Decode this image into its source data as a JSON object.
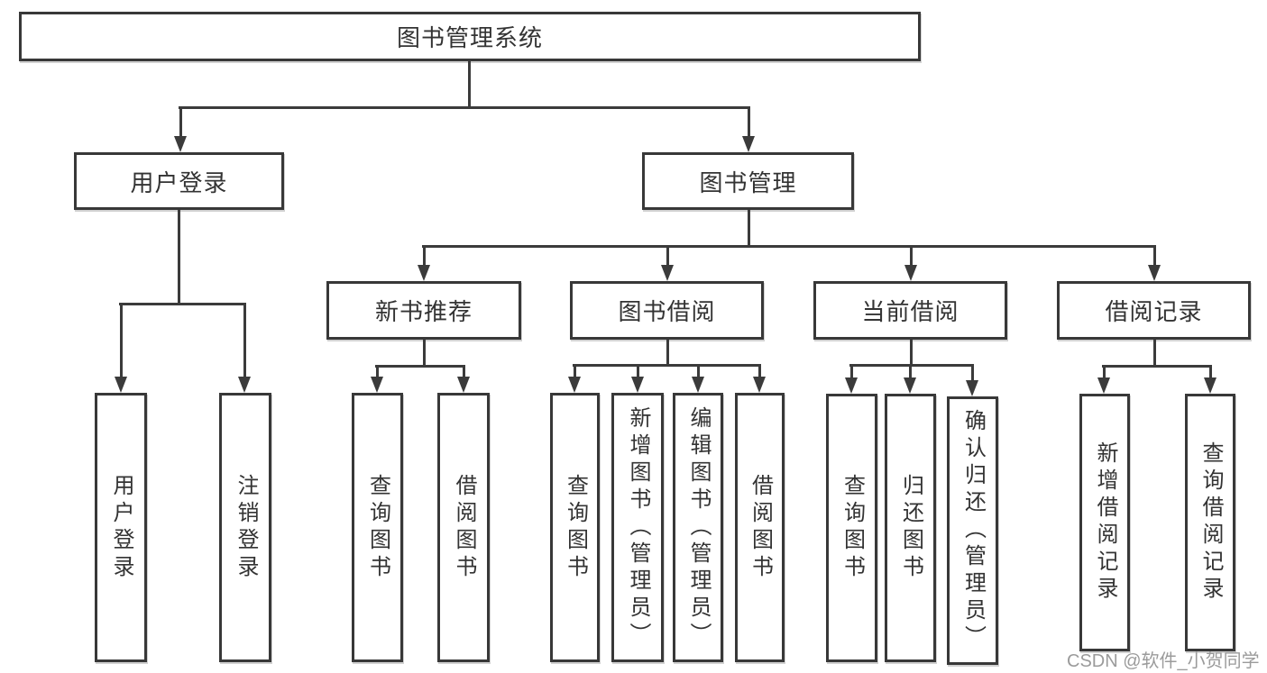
{
  "diagram_title": "图书管理系统",
  "tree": {
    "root": {
      "label": "图书管理系统"
    },
    "children": [
      {
        "label": "用户登录",
        "children": [
          {
            "label": "用户登录"
          },
          {
            "label": "注销登录"
          }
        ]
      },
      {
        "label": "图书管理",
        "children": [
          {
            "label": "新书推荐",
            "children": [
              {
                "label": "查询图书"
              },
              {
                "label": "借阅图书"
              }
            ]
          },
          {
            "label": "图书借阅",
            "children": [
              {
                "label": "查询图书"
              },
              {
                "label": "新增图书（管理员）"
              },
              {
                "label": "编辑图书（管理员）"
              },
              {
                "label": "借阅图书"
              }
            ]
          },
          {
            "label": "当前借阅",
            "children": [
              {
                "label": "查询图书"
              },
              {
                "label": "归还图书"
              },
              {
                "label": "确认归还（管理员）"
              }
            ]
          },
          {
            "label": "借阅记录",
            "children": [
              {
                "label": "新增借阅记录"
              },
              {
                "label": "查询借阅记录"
              }
            ]
          }
        ]
      }
    ]
  },
  "watermark": {
    "text": "CSDN @软件_小贺同学",
    "color": "#9b9b9b"
  },
  "colors": {
    "background": "#ffffff",
    "line": "#3b3b3b",
    "box_border": "#383838",
    "text": "#333333"
  }
}
